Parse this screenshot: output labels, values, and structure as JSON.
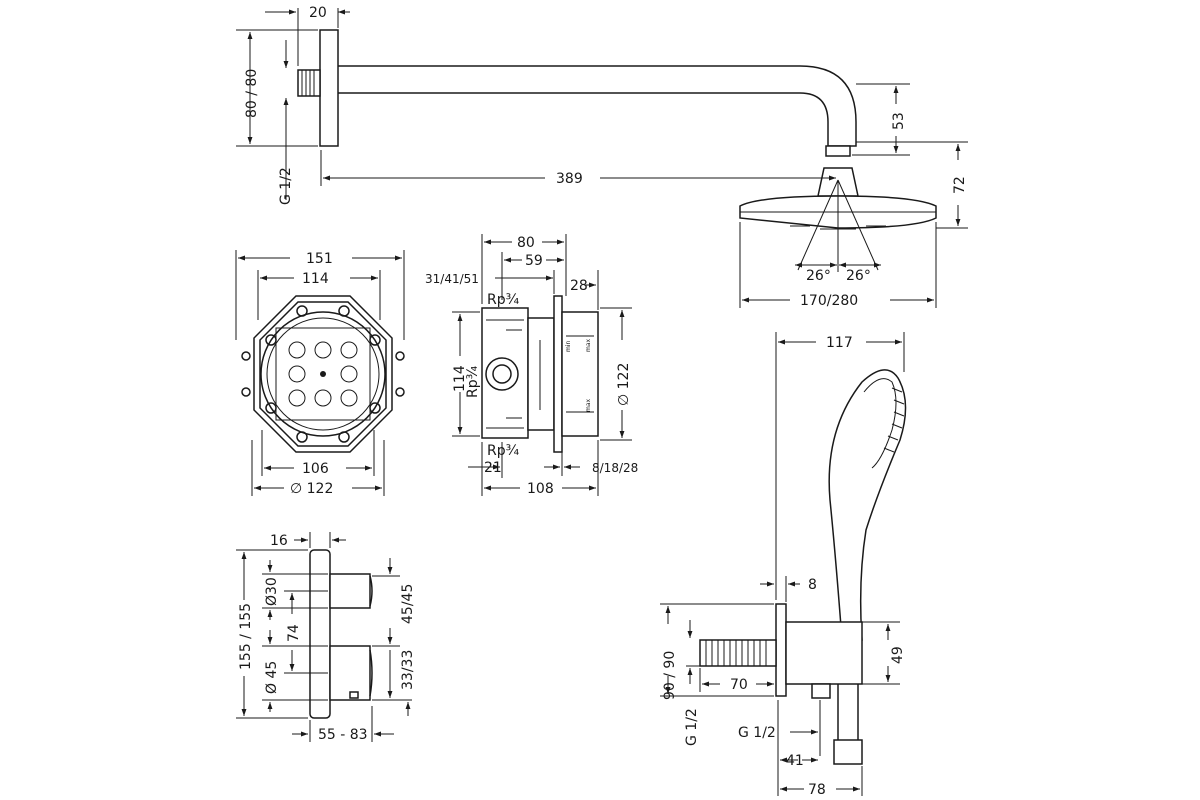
{
  "shower_arm": {
    "d_20": "20",
    "d_80_80": "80 / 80",
    "d_g12": "G 1/2",
    "d_389": "389",
    "d_53": "53",
    "d_72": "72",
    "d_26a": "26°",
    "d_26b": "26°",
    "d_170_280": "170/280"
  },
  "ibox_front": {
    "d_151": "151",
    "d_114": "114",
    "d_106": "106",
    "d_d122": "∅ 122"
  },
  "ibox_side": {
    "d_80": "80",
    "d_59": "59",
    "d_31_41_51": "31/41/51",
    "d_28": "28",
    "rp_top": "Rp¾",
    "rp_mid": "Rp¾",
    "rp_bot": "Rp¾",
    "d_114": "114",
    "d_d122": "∅ 122",
    "d_21": "21",
    "d_8_18_28": "8/18/28",
    "d_108": "108",
    "label_min": "min",
    "label_max": "max"
  },
  "thermostat": {
    "d_16": "16",
    "d_155_155": "155 / 155",
    "d_d30": "Ø30",
    "d_74": "74",
    "d_d45": "Ø 45",
    "d_45_45": "45/45",
    "d_33_33": "33/33",
    "d_55_83": "55 - 83"
  },
  "hand_shower": {
    "d_117": "117",
    "d_8": "8",
    "d_90_90": "90 / 90",
    "d_49": "49",
    "d_70": "70",
    "d_g12_left": "G 1/2",
    "d_g12": "G 1/2",
    "d_41": "41",
    "d_78": "78"
  }
}
